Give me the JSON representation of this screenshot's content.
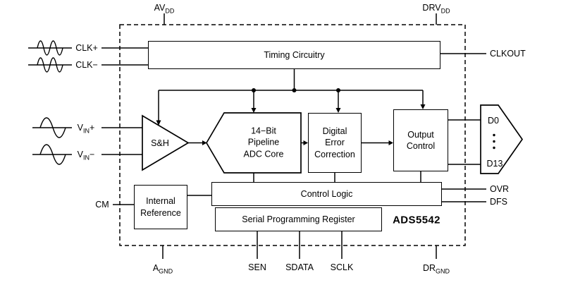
{
  "chip": {
    "name": "ADS5542"
  },
  "blocks": {
    "timing": "Timing Circuitry",
    "sample_hold": "S&H",
    "adc_core": "14−Bit\nPipeline\nADC Core",
    "error_correction": "Digital\nError\nCorrection",
    "output_control": "Output\nControl",
    "internal_reference": "Internal\nReference",
    "control_logic": "Control Logic",
    "serial_register": "Serial Programming Register"
  },
  "pins": {
    "avdd": {
      "pre": "AV",
      "sub": "DD"
    },
    "drvdd": {
      "pre": "DRV",
      "sub": "DD"
    },
    "agnd": {
      "pre": "A",
      "sub": "GND"
    },
    "drgnd": {
      "pre": "DR",
      "sub": "GND"
    },
    "clk_plus": "CLK+",
    "clk_minus": "CLK−",
    "vin_plus": {
      "pre": "V",
      "sub": "IN",
      "post": "+"
    },
    "vin_minus": {
      "pre": "V",
      "sub": "IN",
      "post": "−"
    },
    "cm": "CM",
    "clkout": "CLKOUT",
    "d0": "D0",
    "d13": "D13",
    "ovr": "OVR",
    "dfs": "DFS",
    "sen": "SEN",
    "sdata": "SDATA",
    "sclk": "SCLK"
  },
  "colors": {
    "line": "#000000",
    "background": "#ffffff",
    "block_fill": "#ffffff"
  }
}
